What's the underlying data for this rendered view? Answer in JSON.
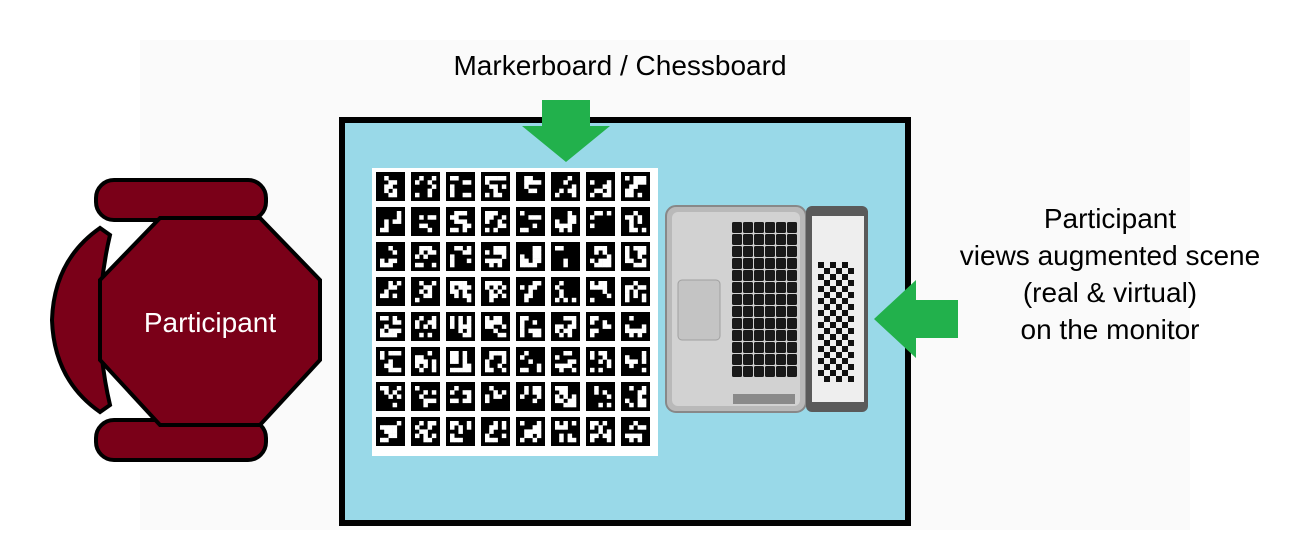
{
  "labels": {
    "board": "Markerboard / Chessboard",
    "participant_chair": "Participant",
    "monitor_note": [
      "Participant",
      "views augmented scene",
      "(real & virtual)",
      "on the monitor"
    ]
  },
  "colors": {
    "table": "#99d9e8",
    "chair": "#7a0018",
    "arrow": "#22b14c",
    "marker_black": "#000000",
    "marker_white": "#ffffff"
  },
  "icons": {
    "laptop": "laptop-icon",
    "chair": "chair-icon",
    "arrows": [
      "arrow-down-icon",
      "arrow-left-icon"
    ]
  }
}
